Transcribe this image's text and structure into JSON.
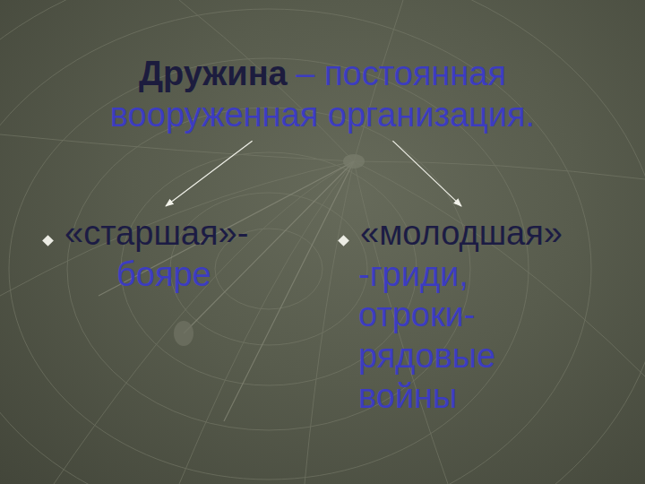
{
  "diagram": {
    "nodes": [
      {
        "text": [
          "Дружина",
          "– постоянная вооруженная организация."
        ]
      },
      {
        "text": [
          "«старшая»-",
          "бояре"
        ]
      },
      {
        "text": [
          "«молодшая»",
          "-гриди, отроки- рядовые войны"
        ]
      }
    ],
    "edges": [
      {
        "from": 0,
        "to": 1,
        "arrow": "to"
      },
      {
        "from": 0,
        "to": 2,
        "arrow": "to"
      }
    ]
  }
}
